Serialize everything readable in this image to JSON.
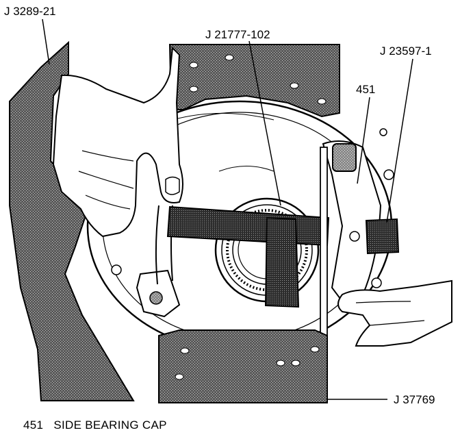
{
  "labels": {
    "j3289": "J 3289-21",
    "j21777": "J 21777-102",
    "j23597": "J 23597-1",
    "part451": "451",
    "j37769": "J 37769"
  },
  "caption": {
    "number": "451",
    "text": "SIDE BEARING CAP"
  }
}
